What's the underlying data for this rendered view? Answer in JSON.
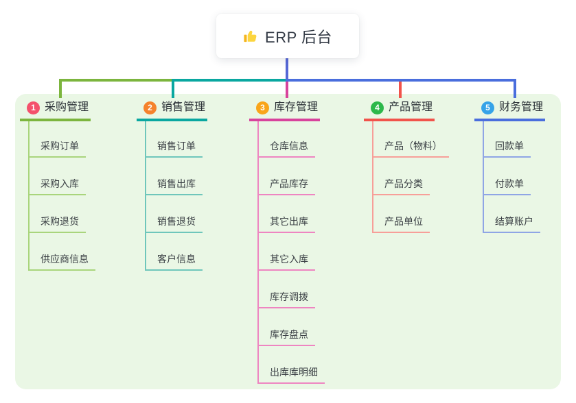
{
  "root": {
    "icon": "thumbs-up",
    "label": "ERP 后台"
  },
  "colors": {
    "trunk": "#5667d6",
    "panel_bg": "#eaf7e5",
    "card_bg": "#ffffff"
  },
  "branches": [
    {
      "key": "purchase",
      "index": "1",
      "label": "采购管理",
      "badge_color": "#f4516c",
      "line_color": "#7cb53e",
      "light_color": "#a9d57c",
      "children": [
        "采购订单",
        "采购入库",
        "采购退货",
        "供应商信息"
      ]
    },
    {
      "key": "sales",
      "index": "2",
      "label": "销售管理",
      "badge_color": "#f5822d",
      "line_color": "#0aa7a0",
      "light_color": "#6fc6bb",
      "children": [
        "销售订单",
        "销售出库",
        "销售退货",
        "客户信息"
      ]
    },
    {
      "key": "inventory",
      "index": "3",
      "label": "库存管理",
      "badge_color": "#f9a51a",
      "line_color": "#d8439c",
      "light_color": "#ee85c1",
      "children": [
        "仓库信息",
        "产品库存",
        "其它出库",
        "其它入库",
        "库存调拨",
        "库存盘点",
        "出库库明细"
      ]
    },
    {
      "key": "product",
      "index": "4",
      "label": "产品管理",
      "badge_color": "#2db84b",
      "line_color": "#f1534b",
      "light_color": "#f79f99",
      "children": [
        "产品（物料）",
        "产品分类",
        "产品单位"
      ]
    },
    {
      "key": "finance",
      "index": "5",
      "label": "财务管理",
      "badge_color": "#36a3e8",
      "line_color": "#4a6edd",
      "light_color": "#8fa5e5",
      "children": [
        "回款单",
        "付款单",
        "结算账户"
      ]
    }
  ]
}
